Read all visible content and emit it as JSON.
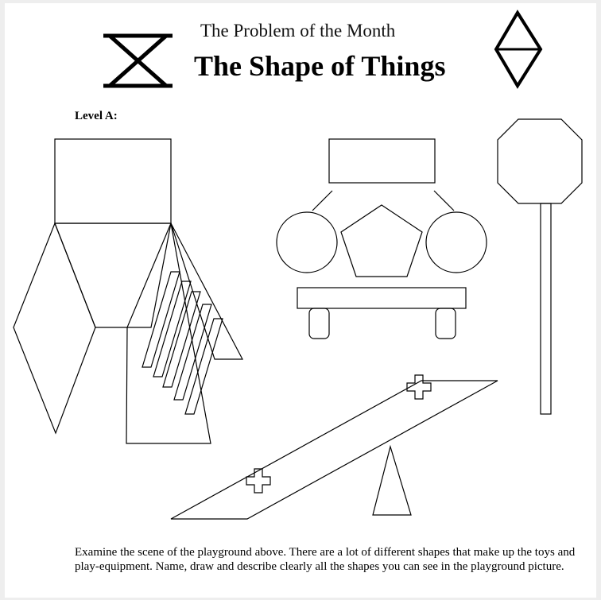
{
  "header": {
    "subtitle": "The Problem of the Month",
    "title": "The Shape of Things",
    "left_icon": "hourglass-icon",
    "right_icon": "diamond-icon"
  },
  "level_label": "Level A:",
  "prompt_text": "Examine the scene of the playground above.  There are a lot of different shapes that make up the toys and play-equipment.  Name, draw and describe clearly all the shapes you can see in the playground picture.",
  "colors": {
    "ink": "#000000",
    "paper": "#ffffff",
    "margin": "#eeeeee"
  }
}
